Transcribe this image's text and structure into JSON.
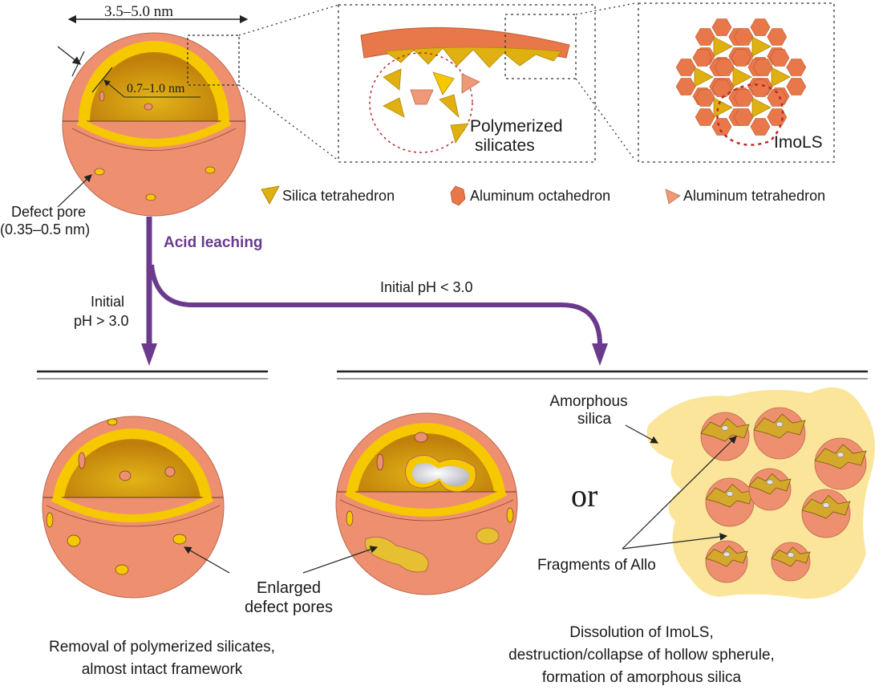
{
  "colors": {
    "shell": "#ee9070",
    "shell_stroke": "#8a4a3a",
    "inner_yellow": "#f5c800",
    "inner_dark": "#c8900a",
    "octahedron": "#e8784a",
    "tetra_al": "#ee9a78",
    "silica": "#e0b010",
    "arrow_purple": "#6b3a8e",
    "amorphous": "#fbe59a",
    "dashed_red": "#c0262a"
  },
  "top": {
    "diameter_label": "3.5–5.0 nm",
    "inner_label": "0.7–1.0 nm",
    "defect_pore_label": "Defect pore",
    "defect_pore_size": "(0.35–0.5 nm)",
    "polymerized_label_1": "Polymerized",
    "polymerized_label_2": "silicates",
    "imols_label": "ImoLS"
  },
  "legend": {
    "items": [
      {
        "icon": "silica-tetrahedron-icon",
        "label": "Silica tetrahedron"
      },
      {
        "icon": "aluminum-octahedron-icon",
        "label": "Aluminum octahedron"
      },
      {
        "icon": "aluminum-tetrahedron-icon",
        "label": "Aluminum tetrahedron"
      }
    ]
  },
  "flow": {
    "process_label": "Acid leaching",
    "branch_left_1": "Initial",
    "branch_left_2": "pH > 3.0",
    "branch_right": "Initial pH < 3.0"
  },
  "bottom": {
    "enlarged_1": "Enlarged",
    "enlarged_2": "defect pores",
    "or_label": "or",
    "amorphous_1": "Amorphous",
    "amorphous_2": "silica",
    "fragments_label": "Fragments of Allo",
    "caption_left_1": "Removal of polymerized silicates,",
    "caption_left_2": "almost intact framework",
    "caption_right_1": "Dissolution of ImoLS,",
    "caption_right_2": "destruction/collapse of hollow spherule,",
    "caption_right_3": "formation of amorphous silica"
  }
}
